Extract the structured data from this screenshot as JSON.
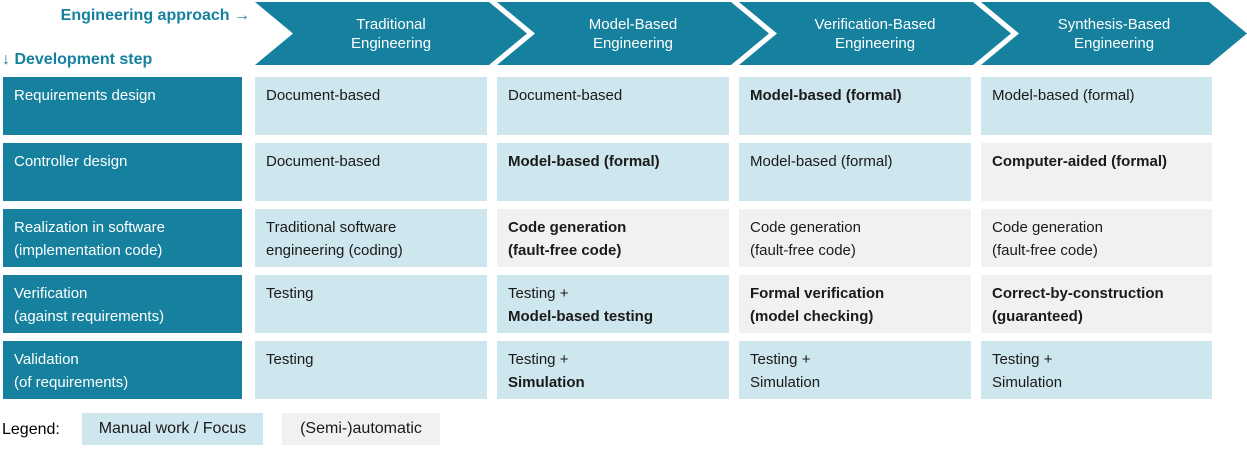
{
  "colors": {
    "teal": "#15819E",
    "manual_cell": "#CEE6ED",
    "auto_cell": "#F1F1F1",
    "cell_text": "#1A1A1A",
    "header_text": "#FFFFFF"
  },
  "header": {
    "approach_label": "Engineering approach →",
    "step_label": "↓ Development step",
    "columns": [
      {
        "lines": [
          "Traditional",
          "Engineering"
        ]
      },
      {
        "lines": [
          "Model-Based",
          "Engineering"
        ]
      },
      {
        "lines": [
          "Verification-Based",
          "Engineering"
        ]
      },
      {
        "lines": [
          "Synthesis-Based",
          "Engineering"
        ]
      }
    ]
  },
  "rows": [
    {
      "label_lines": [
        "Requirements design"
      ],
      "cells": [
        {
          "lines": [
            "Document-based"
          ]
        },
        {
          "lines": [
            "Document-based"
          ]
        },
        {
          "lines": [
            "Model-based (formal)"
          ]
        },
        {
          "lines": [
            "Model-based (formal)"
          ]
        }
      ]
    },
    {
      "label_lines": [
        "Controller design"
      ],
      "cells": [
        {
          "lines": [
            "Document-based"
          ]
        },
        {
          "lines": [
            "Model-based (formal)"
          ]
        },
        {
          "lines": [
            "Model-based (formal)"
          ]
        },
        {
          "lines": [
            "Computer-aided (formal)"
          ]
        }
      ]
    },
    {
      "label_lines": [
        "Realization in software",
        "(implementation code)"
      ],
      "cells": [
        {
          "lines": [
            "Traditional software",
            "engineering (coding)"
          ]
        },
        {
          "lines": [
            "Code generation",
            "(fault-free code)"
          ]
        },
        {
          "lines": [
            "Code generation",
            "(fault-free code)"
          ]
        },
        {
          "lines": [
            "Code generation",
            "(fault-free code)"
          ]
        }
      ]
    },
    {
      "label_lines": [
        "Verification",
        "(against requirements)"
      ],
      "cells": [
        {
          "lines": [
            "Testing"
          ]
        },
        {
          "lines": [
            "Testing +",
            "Model-based testing"
          ]
        },
        {
          "lines": [
            "Formal verification",
            "(model checking)"
          ]
        },
        {
          "lines": [
            "Correct-by-construction",
            "(guaranteed)"
          ]
        }
      ]
    },
    {
      "label_lines": [
        "Validation",
        "(of requirements)"
      ],
      "cells": [
        {
          "lines": [
            "Testing"
          ]
        },
        {
          "lines": [
            "Testing +",
            "Simulation"
          ]
        },
        {
          "lines": [
            "Testing +",
            "Simulation"
          ]
        },
        {
          "lines": [
            "Testing +",
            "Simulation"
          ]
        }
      ]
    }
  ],
  "legend": {
    "label": "Legend:",
    "manual": "Manual work / Focus",
    "auto": "(Semi-)automatic"
  }
}
